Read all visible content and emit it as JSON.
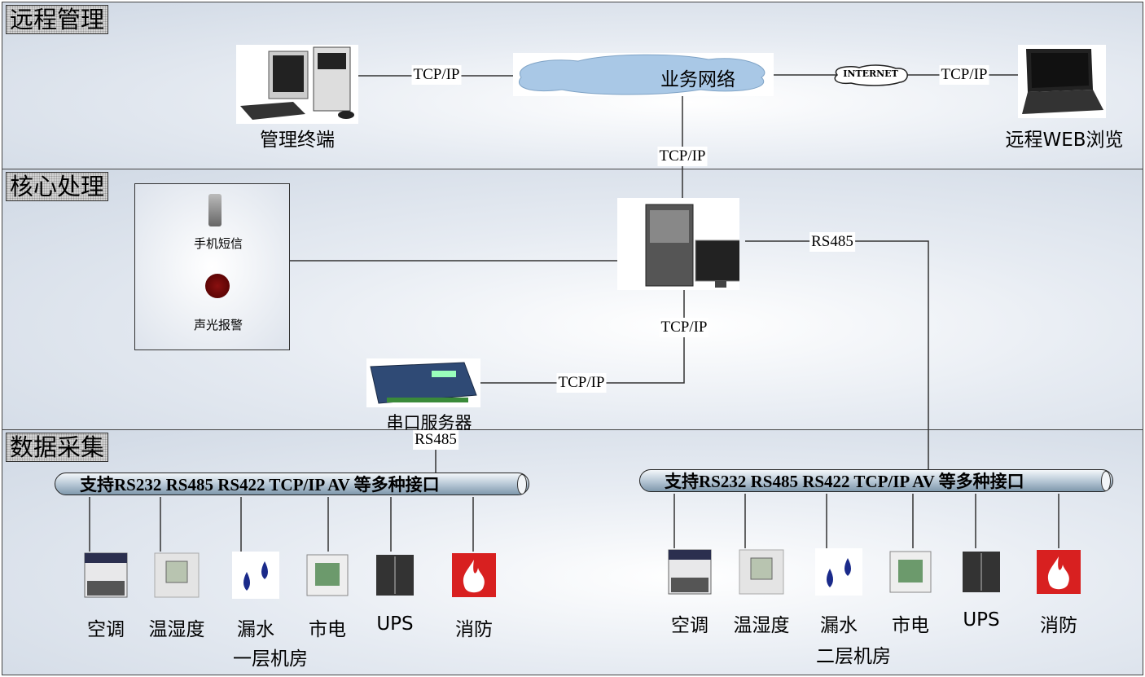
{
  "sections": [
    {
      "label": "远程管理"
    },
    {
      "label": "核心处理"
    },
    {
      "label": "数据采集"
    }
  ],
  "remote": {
    "mgmt_terminal": "管理终端",
    "business_network": "业务网络",
    "internet": "INTERNET",
    "web_browse": "远程WEB浏览",
    "link_pc_cloud": "TCP/IP",
    "link_internet_laptop": "TCP/IP",
    "link_cloud_server": "TCP/IP"
  },
  "core": {
    "sms": "手机短信",
    "alarm": "声光报警",
    "link_server_nport": "TCP/IP",
    "link_nport": "TCP/IP",
    "link_rs485": "RS485",
    "serial_server": "串口服务器"
  },
  "collect": {
    "rs485": "RS485",
    "rooms": [
      {
        "bus": "支持RS232  RS485 RS422 TCP/IP AV 等多种接口",
        "name": "一层机房",
        "devices": [
          {
            "label": "空调"
          },
          {
            "label": "温湿度"
          },
          {
            "label": "漏水"
          },
          {
            "label": "市电"
          },
          {
            "label": "UPS"
          },
          {
            "label": "消防"
          }
        ]
      },
      {
        "bus": "支持RS232  RS485 RS422 TCP/IP AV 等多种接口",
        "name": "二层机房",
        "devices": [
          {
            "label": "空调"
          },
          {
            "label": "温湿度"
          },
          {
            "label": "漏水"
          },
          {
            "label": "市电"
          },
          {
            "label": "UPS"
          },
          {
            "label": "消防"
          }
        ]
      }
    ]
  }
}
